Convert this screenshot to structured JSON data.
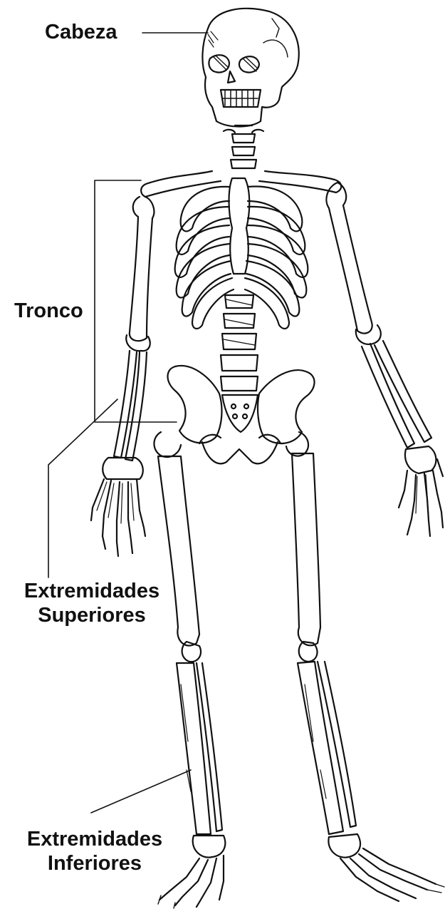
{
  "labels": {
    "head": "Cabeza",
    "trunk": "Tronco",
    "upper_limbs": {
      "line1": "Extremidades",
      "line2": "Superiores"
    },
    "lower_limbs": {
      "line1": "Extremidades",
      "line2": "Inferiores"
    }
  },
  "colors": {
    "ink": "#111111",
    "background": "#ffffff"
  }
}
